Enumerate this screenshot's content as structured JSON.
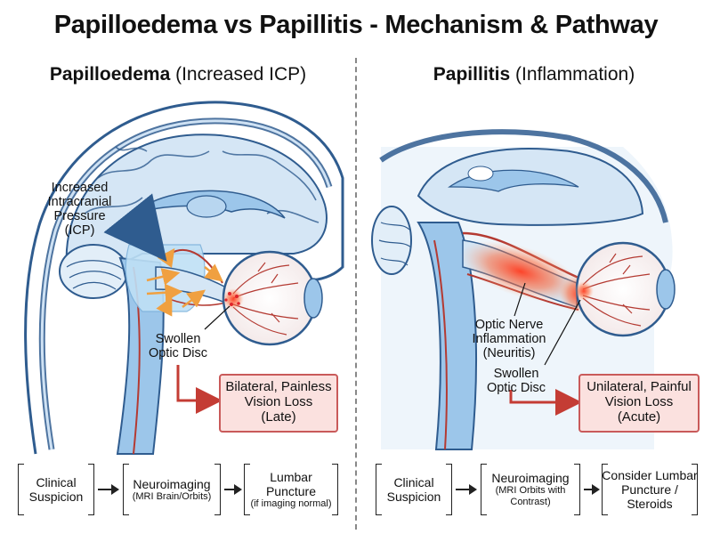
{
  "title": "Papilloedema vs Papillitis - Mechanism & Pathway",
  "left": {
    "heading_bold": "Papilloedema",
    "heading_rest": " (Increased ICP)",
    "label_pressure": [
      "Increased",
      "Intracranial",
      "Pressure",
      "(ICP)"
    ],
    "label_disc": [
      "Swollen",
      "Optic Disc"
    ],
    "outcome": [
      "Bilateral, Painless",
      "Vision Loss",
      "(Late)"
    ],
    "pathway": [
      {
        "main": [
          "Clinical",
          "Suspicion"
        ],
        "sub": ""
      },
      {
        "main": [
          "Neuroimaging"
        ],
        "sub": "(MRI Brain/Orbits)"
      },
      {
        "main": [
          "Lumbar",
          "Puncture"
        ],
        "sub": "(if imaging normal)"
      }
    ]
  },
  "right": {
    "heading_bold": "Papillitis",
    "heading_rest": " (Inflammation)",
    "label_inflammation": [
      "Optic Nerve",
      "Inflammation",
      "(Neuritis)"
    ],
    "label_disc": [
      "Swollen",
      "Optic Disc"
    ],
    "outcome": [
      "Unilateral, Painful",
      "Vision Loss",
      "(Acute)"
    ],
    "pathway": [
      {
        "main": [
          "Clinical",
          "Suspicion"
        ],
        "sub": ""
      },
      {
        "main": [
          "Neuroimaging"
        ],
        "sub": "(MRI Orbits with Contrast)"
      },
      {
        "main": [
          "Consider Lumbar",
          "Puncture /",
          "Steroids"
        ],
        "sub": ""
      }
    ]
  },
  "colors": {
    "brain_fill": "#d5e6f5",
    "brain_stroke": "#2f5c8f",
    "csf_blue": "#9cc6ea",
    "inflammation": "#f0503a",
    "vessel": "#b43a32",
    "outcome_fill": "#fbe1df",
    "outcome_border": "#c95a5a"
  }
}
